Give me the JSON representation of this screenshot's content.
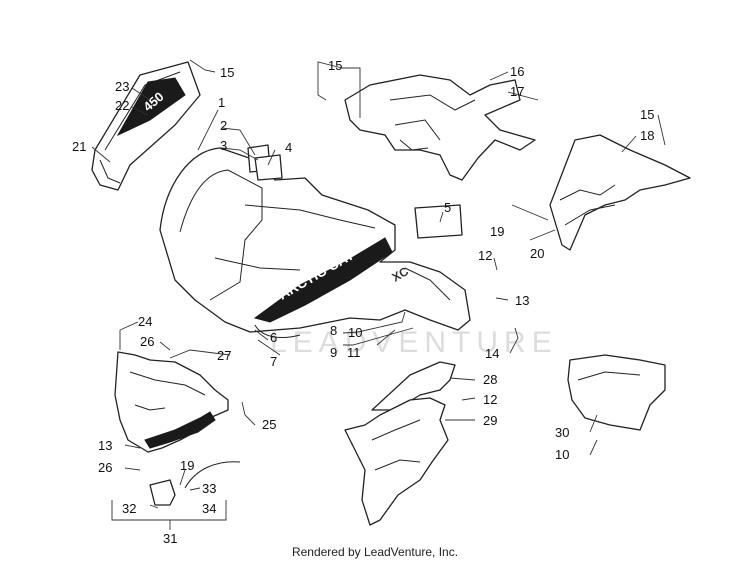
{
  "diagram": {
    "callouts": {
      "c1": "1",
      "c2": "2",
      "c3": "3",
      "c4": "4",
      "c5": "5",
      "c6": "6",
      "c7": "7",
      "c8": "8",
      "c9": "9",
      "c10a": "10",
      "c10b": "10",
      "c11": "11",
      "c12a": "12",
      "c12b": "12",
      "c13a": "13",
      "c13b": "13",
      "c14": "14",
      "c15a": "15",
      "c15b": "15",
      "c15c": "15",
      "c16": "16",
      "c17": "17",
      "c18": "18",
      "c19a": "19",
      "c19b": "19",
      "c20": "20",
      "c21": "21",
      "c22": "22",
      "c23": "23",
      "c24": "24",
      "c25": "25",
      "c26a": "26",
      "c26b": "26",
      "c27": "27",
      "c28": "28",
      "c29": "29",
      "c30": "30",
      "c31": "31",
      "c32": "32",
      "c33": "33",
      "c34": "34"
    },
    "graphics": {
      "hood_decal_text": "450",
      "fender_decal_brand": "ARCTIC CAT",
      "fender_decal_model": "XC"
    },
    "watermark": "LEADVENTURE",
    "footer": "Rendered by LeadVenture, Inc."
  }
}
